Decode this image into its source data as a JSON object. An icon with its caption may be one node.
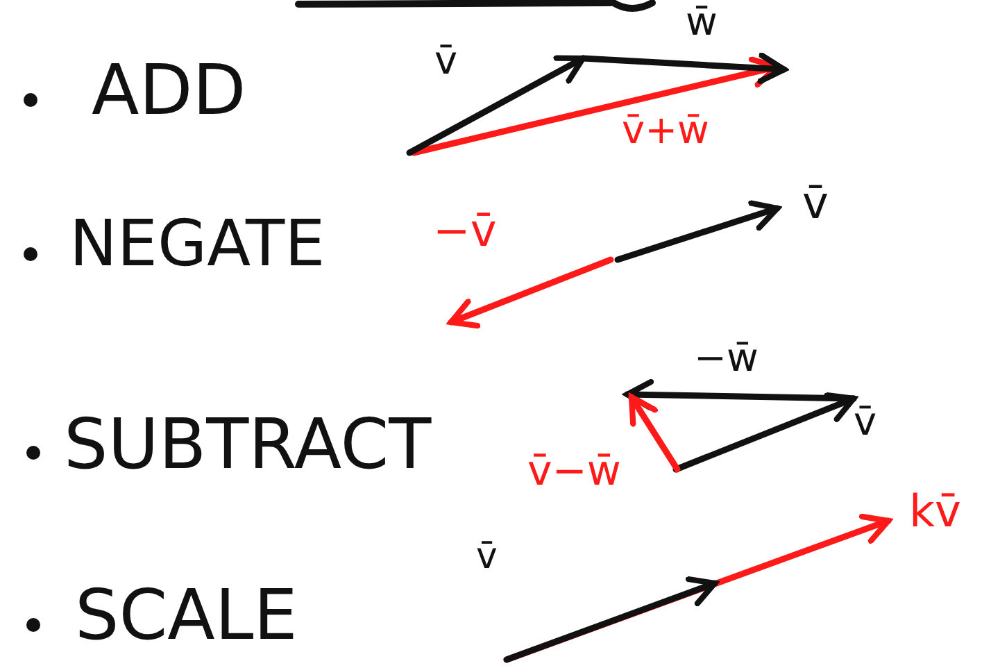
{
  "diagram": {
    "labels": [
      "ADD",
      "v̄",
      "w̄",
      "v̄+w̄",
      "NEGATE",
      "−v̄",
      "v̄",
      "SUBTRACT",
      "−w̄",
      "v̄",
      "v̄−w̄",
      "SCALE",
      "v̄",
      "kv̄"
    ]
  }
}
